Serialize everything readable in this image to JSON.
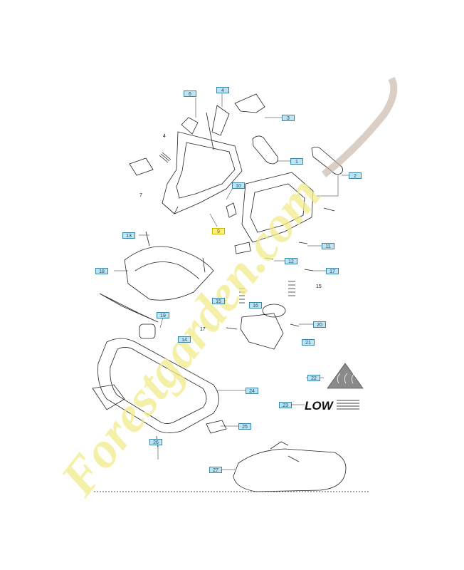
{
  "callouts": {
    "c6": "6",
    "c4": "4",
    "c3": "3",
    "c1": "1",
    "c2": "2",
    "c10": "10",
    "c13": "13",
    "c11": "11",
    "c12": "12",
    "c18": "18",
    "c17a": "17",
    "c16": "16",
    "c15a": "15",
    "c19": "19",
    "c20": "20",
    "c21": "21",
    "c14": "14",
    "c22": "22",
    "c23": "23",
    "c24": "24",
    "c25": "25",
    "c26": "26",
    "c27": "27",
    "c9": "9"
  },
  "plain_labels": {
    "l4": "4",
    "l7": "7",
    "l15": "15",
    "l17": "17"
  },
  "logo_text": "LOW",
  "watermark": "Forestgarden.com",
  "colors": {
    "callout_fill": "#bfe3ef",
    "callout_border": "#3a86a8",
    "highlight": "#fff27a",
    "watermark_yellow": "#f2ec8a",
    "watermark_green": "#c9d98e",
    "watermark_brown": "#c7b3a6"
  }
}
